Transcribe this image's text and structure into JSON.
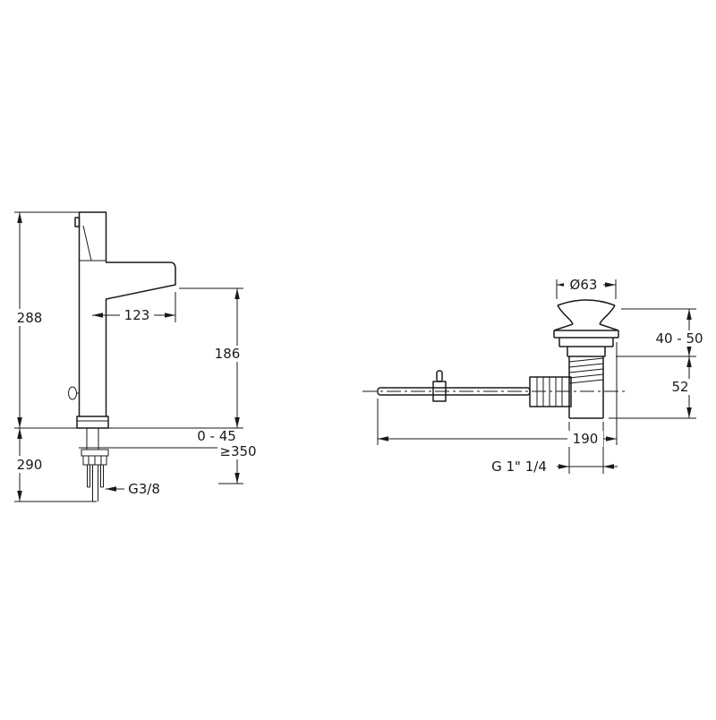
{
  "colors": {
    "line": "#1a1a1a",
    "background": "#ffffff"
  },
  "faucet_dimensions": {
    "total_height": "288",
    "spout_reach": "123",
    "spout_height": "186",
    "deck_thickness": "0 - 45",
    "min_hose_length": "≥350",
    "under_counter_height": "290",
    "supply_connection": "G3/8"
  },
  "drain_dimensions": {
    "flange_diameter": "Ø63",
    "height_range": "40 - 50",
    "body_height": "52",
    "rod_length": "190",
    "waste_connection": "G 1\" 1/4"
  }
}
